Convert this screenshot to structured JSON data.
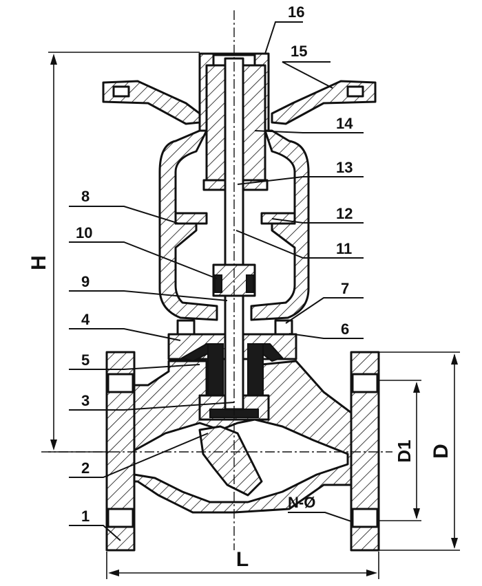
{
  "part_numbers": [
    "1",
    "2",
    "3",
    "4",
    "5",
    "6",
    "7",
    "8",
    "9",
    "10",
    "11",
    "12",
    "13",
    "14",
    "15",
    "16"
  ],
  "dimensions": {
    "height": "H",
    "length": "L",
    "flange_outer": "D",
    "bolt_circle": "D1",
    "bolt_holes": "N-Ø"
  }
}
